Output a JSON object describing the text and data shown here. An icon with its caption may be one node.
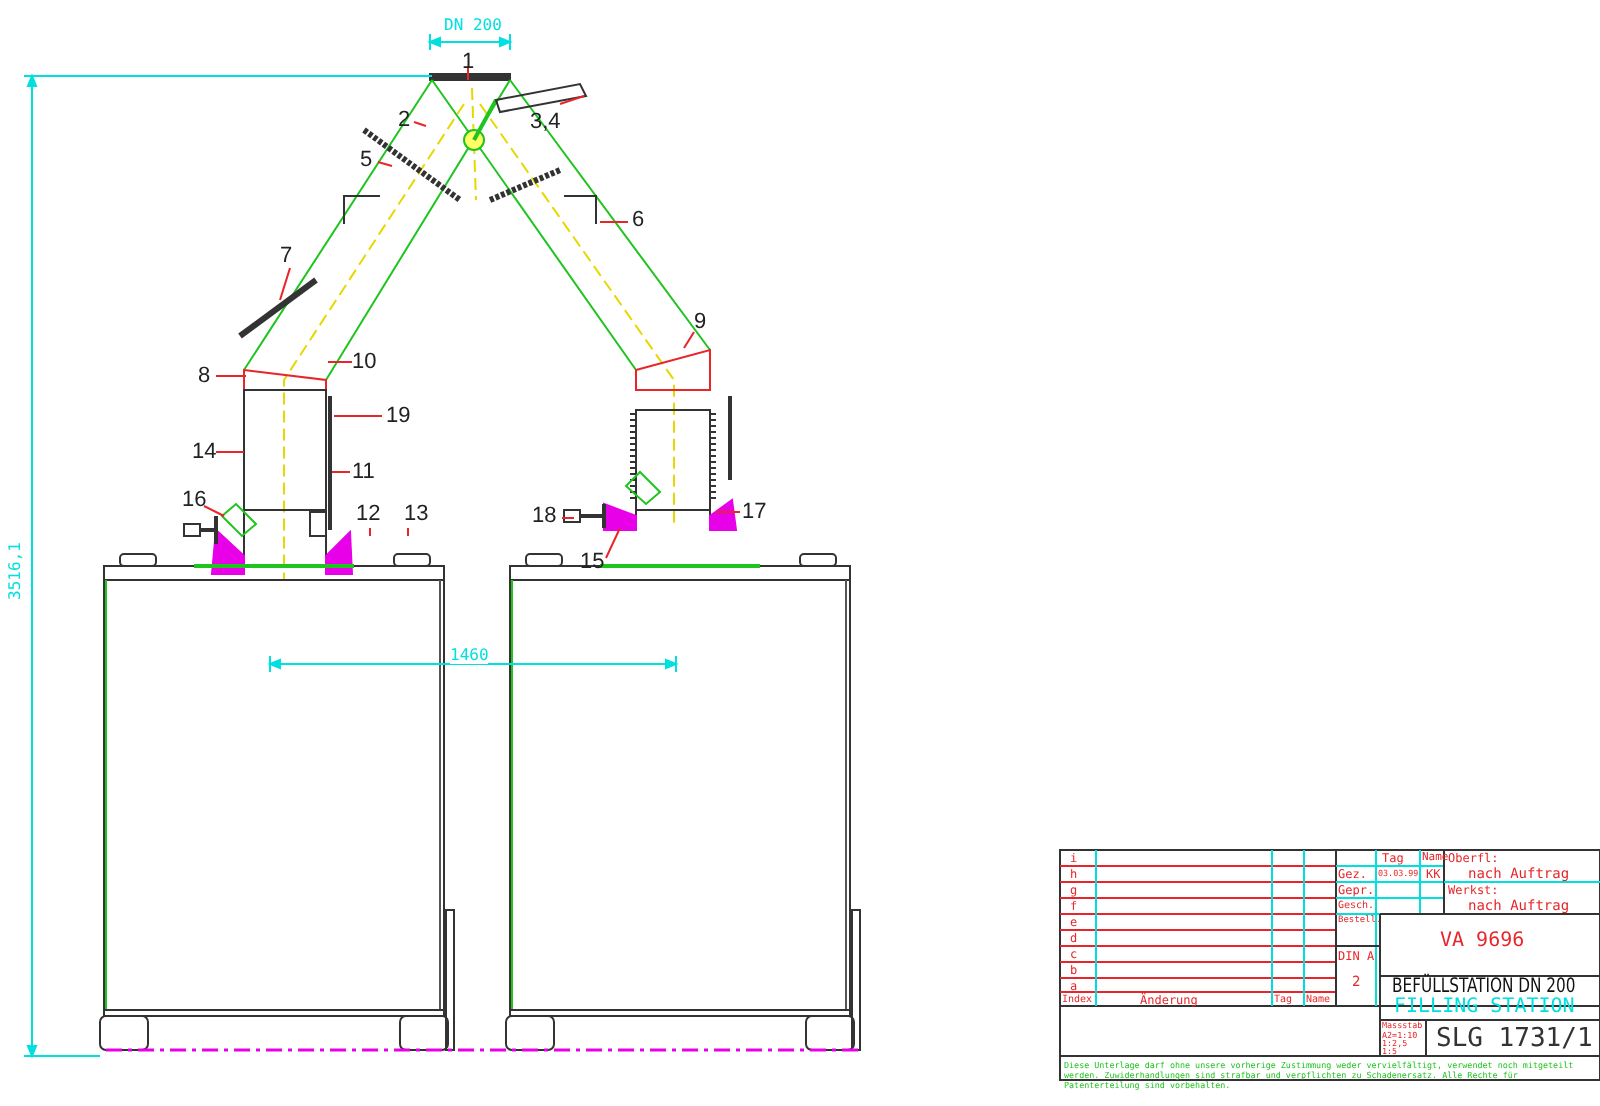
{
  "diagram": {
    "title": "BEFÜLLSTATION DN 200",
    "nodes": [
      {
        "text": [
          "1"
        ]
      },
      {
        "text": [
          "2"
        ]
      },
      {
        "text": [
          "3,4"
        ]
      },
      {
        "text": [
          "5"
        ]
      },
      {
        "text": [
          "6"
        ]
      },
      {
        "text": [
          "7"
        ]
      },
      {
        "text": [
          "8"
        ]
      },
      {
        "text": [
          "9"
        ]
      },
      {
        "text": [
          "10"
        ]
      },
      {
        "text": [
          "11"
        ]
      },
      {
        "text": [
          "12"
        ]
      },
      {
        "text": [
          "13"
        ]
      },
      {
        "text": [
          "14"
        ]
      },
      {
        "text": [
          "15"
        ]
      },
      {
        "text": [
          "16"
        ]
      },
      {
        "text": [
          "17"
        ]
      },
      {
        "text": [
          "18"
        ]
      },
      {
        "text": [
          "19"
        ]
      }
    ],
    "edges": [
      {
        "from": 0,
        "to": null,
        "arrow": "none"
      },
      {
        "from": 1,
        "to": null,
        "arrow": "none"
      },
      {
        "from": 2,
        "to": null,
        "arrow": "none"
      },
      {
        "from": 3,
        "to": null,
        "arrow": "none"
      },
      {
        "from": 4,
        "to": null,
        "arrow": "none"
      },
      {
        "from": 5,
        "to": null,
        "arrow": "none"
      },
      {
        "from": 6,
        "to": null,
        "arrow": "none"
      },
      {
        "from": 7,
        "to": null,
        "arrow": "none"
      },
      {
        "from": 8,
        "to": null,
        "arrow": "none"
      },
      {
        "from": 9,
        "to": null,
        "arrow": "none"
      },
      {
        "from": 10,
        "to": null,
        "arrow": "none"
      },
      {
        "from": 11,
        "to": null,
        "arrow": "none"
      },
      {
        "from": 12,
        "to": null,
        "arrow": "none"
      },
      {
        "from": 13,
        "to": null,
        "arrow": "none"
      },
      {
        "from": 14,
        "to": null,
        "arrow": "none"
      },
      {
        "from": 15,
        "to": null,
        "arrow": "none"
      },
      {
        "from": 16,
        "to": null,
        "arrow": "none"
      },
      {
        "from": 17,
        "to": null,
        "arrow": "none"
      }
    ],
    "labels": [
      "DN 200",
      "3516,1",
      "1460",
      "i",
      "h",
      "g",
      "f",
      "e",
      "d",
      "c",
      "b",
      "a",
      "Index",
      "Änderung",
      "Tag",
      "Name",
      "Tag",
      "Name",
      "Gez.",
      "03.03.99",
      "KK",
      "Gepr.",
      "Gesch.",
      "Bestell.",
      "DIN A",
      "2",
      "Oberfl:",
      "nach Auftrag",
      "Werkst:",
      "nach Auftrag",
      "VA 9696",
      "FILLING STATION",
      "Massstab",
      "A2=1:10",
      "1:2,5",
      "1:5",
      "SLG 1731/1",
      "Diese Unterlage darf ohne unsere vorherige Zustimmung weder vervielfältigt, verwendet noch mitgeteilt werden. Zuwiderhandlungen sind strafbar und verpflichten zu Schadenersatz. Alle Rechte für Patenterteilung sind vorbehalten."
    ]
  }
}
